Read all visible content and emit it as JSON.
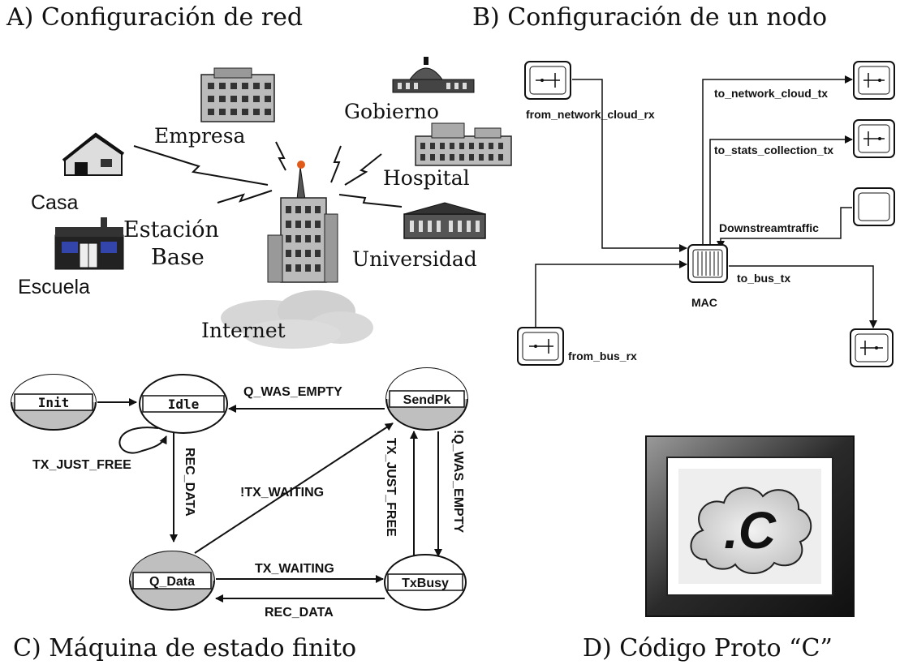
{
  "panels": {
    "a_title": "A) Configuración de red",
    "b_title": "B) Configuración de un nodo",
    "c_title": "C) Máquina de estado finito",
    "d_title": "D) Código Proto “C”"
  },
  "network": {
    "empresa": "Empresa",
    "gobierno": "Gobierno",
    "hospital": "Hospital",
    "casa": "Casa",
    "estacion_line1": "Estación",
    "estacion_line2": "Base",
    "universidad": "Universidad",
    "escuela": "Escuela",
    "internet": "Internet"
  },
  "node": {
    "from_network_cloud_rx": "from_network_cloud_rx",
    "to_network_cloud_tx": "to_network_cloud_tx",
    "to_stats_collection_tx": "to_stats_collection_tx",
    "downstream_traffic": "Downstreamtraffic",
    "to_bus_tx": "to_bus_tx",
    "mac": "MAC",
    "from_bus_rx": "from_bus_rx"
  },
  "fsm": {
    "states": {
      "init": "Init",
      "idle": "Idle",
      "sendpk": "SendPk",
      "q_data": "Q_Data",
      "txbusy": "TxBusy"
    },
    "transitions": {
      "q_was_empty": "Q_WAS_EMPTY",
      "tx_just_free_loop": "TX_JUST_FREE",
      "rec_data_down": "REC_DATA",
      "not_tx_waiting": "!TX_WAITING",
      "tx_just_free_up": "TX_JUST_FREE",
      "not_q_was_empty": "!Q_WAS_EMPTY",
      "tx_waiting": "TX_WAITING",
      "rec_data_back": "REC_DATA"
    }
  },
  "code": {
    "label": ".C"
  }
}
